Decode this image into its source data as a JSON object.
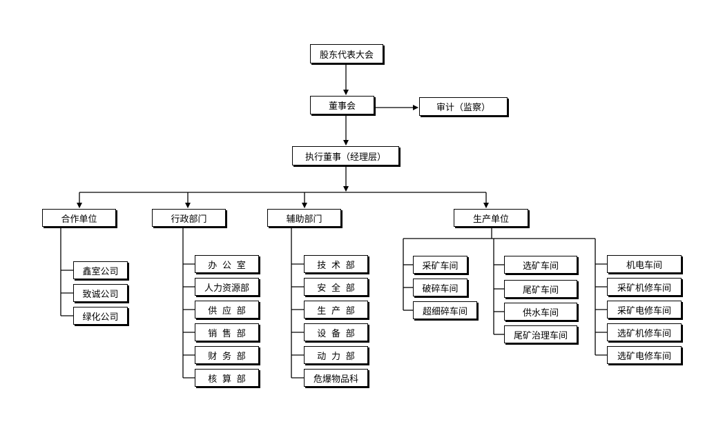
{
  "diagram": {
    "top": {
      "shareholders": "股东代表大会",
      "board": "董事会",
      "audit": "审计（监察）",
      "executive": "执行董事（经理层）"
    },
    "groups": {
      "partners": {
        "title": "合作单位",
        "items": [
          "鑫室公司",
          "致诚公司",
          "绿化公司"
        ]
      },
      "admin": {
        "title": "行政部门",
        "items": [
          "办公室",
          "人力资源部",
          "供应部",
          "销售部",
          "财务部",
          "核算部"
        ]
      },
      "support": {
        "title": "辅助部门",
        "items": [
          "技术部",
          "安全部",
          "生产部",
          "设备部",
          "动力部",
          "危爆物品科"
        ]
      },
      "production": {
        "title": "生产单位",
        "col1": [
          "采矿车间",
          "破碎车间",
          "超细碎车间"
        ],
        "col2": [
          "选矿车间",
          "尾矿车间",
          "供水车间",
          "尾矿治理车间"
        ],
        "col3": [
          "机电车间",
          "采矿机修车间",
          "采矿电修车间",
          "选矿机修车间",
          "选矿电修车间"
        ]
      }
    }
  }
}
